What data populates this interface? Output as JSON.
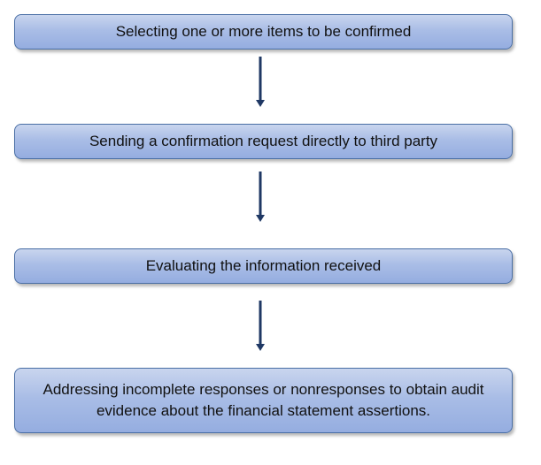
{
  "flowchart": {
    "steps": [
      {
        "label": "Selecting one or more items to be confirmed"
      },
      {
        "label": "Sending a confirmation request directly to third party"
      },
      {
        "label": "Evaluating the information received"
      },
      {
        "label": "Addressing incomplete responses or nonresponses to obtain audit evidence about the financial statement assertions."
      }
    ],
    "colors": {
      "box_fill_top": "#c9d5ee",
      "box_fill_bottom": "#95ade0",
      "box_border": "#4a6fa5",
      "arrow": "#1f3864"
    }
  }
}
